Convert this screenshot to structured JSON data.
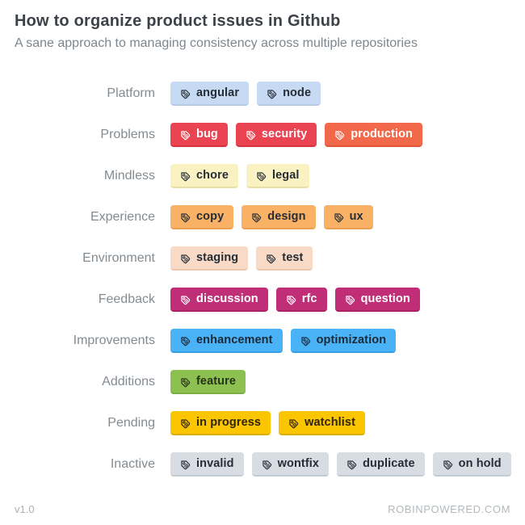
{
  "header": {
    "title": "How to organize product issues in Github",
    "subtitle": "A sane approach to managing consistency across multiple repositories"
  },
  "footer": {
    "version": "v1.0",
    "site": "ROBINPOWERED.COM"
  },
  "palette": {
    "blue_light": {
      "bg": "#c7daf3",
      "fg": "#262d35",
      "edge": "#b6ccea"
    },
    "red": {
      "bg": "#ea4352",
      "fg": "#ffffff",
      "edge": "#d8313f"
    },
    "orange_red": {
      "bg": "#f2684b",
      "fg": "#ffffff",
      "edge": "#e25539"
    },
    "yellow_pale": {
      "bg": "#fbf2c4",
      "fg": "#262d35",
      "edge": "#eadfa2"
    },
    "orange": {
      "bg": "#f9b166",
      "fg": "#262d35",
      "edge": "#eb9e4f"
    },
    "peach": {
      "bg": "#f9dac6",
      "fg": "#262d35",
      "edge": "#edc6ac"
    },
    "magenta": {
      "bg": "#c02e78",
      "fg": "#ffffff",
      "edge": "#a82264"
    },
    "blue": {
      "bg": "#4ab2f6",
      "fg": "#1d2a35",
      "edge": "#369fe3"
    },
    "green": {
      "bg": "#8cc152",
      "fg": "#263318",
      "edge": "#7aad41"
    },
    "gold": {
      "bg": "#fbc500",
      "fg": "#2f2508",
      "edge": "#dfae00"
    },
    "gray": {
      "bg": "#d7dde2",
      "fg": "#262d35",
      "edge": "#c4ccd3"
    }
  },
  "rows": [
    {
      "label": "Platform",
      "tags": [
        {
          "text": "angular",
          "color": "blue_light"
        },
        {
          "text": "node",
          "color": "blue_light"
        }
      ]
    },
    {
      "label": "Problems",
      "tags": [
        {
          "text": "bug",
          "color": "red"
        },
        {
          "text": "security",
          "color": "red"
        },
        {
          "text": "production",
          "color": "orange_red"
        }
      ]
    },
    {
      "label": "Mindless",
      "tags": [
        {
          "text": "chore",
          "color": "yellow_pale"
        },
        {
          "text": "legal",
          "color": "yellow_pale"
        }
      ]
    },
    {
      "label": "Experience",
      "tags": [
        {
          "text": "copy",
          "color": "orange"
        },
        {
          "text": "design",
          "color": "orange"
        },
        {
          "text": "ux",
          "color": "orange"
        }
      ]
    },
    {
      "label": "Environment",
      "tags": [
        {
          "text": "staging",
          "color": "peach"
        },
        {
          "text": "test",
          "color": "peach"
        }
      ]
    },
    {
      "label": "Feedback",
      "tags": [
        {
          "text": "discussion",
          "color": "magenta"
        },
        {
          "text": "rfc",
          "color": "magenta"
        },
        {
          "text": "question",
          "color": "magenta"
        }
      ]
    },
    {
      "label": "Improvements",
      "tags": [
        {
          "text": "enhancement",
          "color": "blue"
        },
        {
          "text": "optimization",
          "color": "blue"
        }
      ]
    },
    {
      "label": "Additions",
      "tags": [
        {
          "text": "feature",
          "color": "green"
        }
      ]
    },
    {
      "label": "Pending",
      "tags": [
        {
          "text": "in progress",
          "color": "gold"
        },
        {
          "text": "watchlist",
          "color": "gold"
        }
      ]
    },
    {
      "label": "Inactive",
      "tags": [
        {
          "text": "invalid",
          "color": "gray"
        },
        {
          "text": "wontfix",
          "color": "gray"
        },
        {
          "text": "duplicate",
          "color": "gray"
        },
        {
          "text": "on hold",
          "color": "gray"
        }
      ]
    }
  ]
}
